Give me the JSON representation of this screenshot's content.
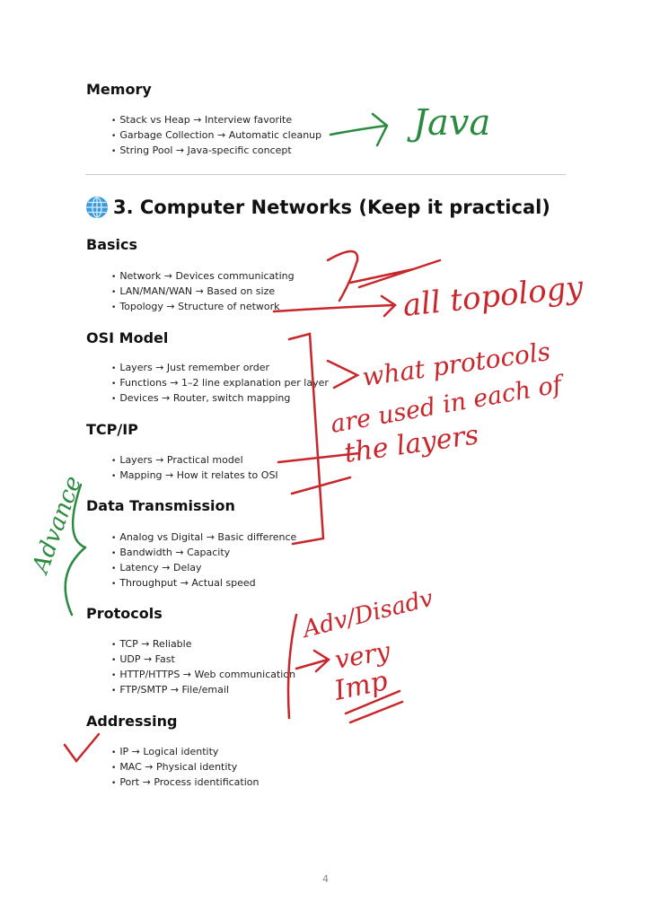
{
  "sections": [
    {
      "heading": "Memory",
      "items": [
        "Stack vs Heap → Interview favorite",
        "Garbage Collection → Automatic cleanup",
        "String Pool → Java-specific concept"
      ]
    },
    {
      "heading": "Basics",
      "items": [
        "Network → Devices communicating",
        "LAN/MAN/WAN → Based on size",
        "Topology → Structure of network"
      ]
    },
    {
      "heading": "OSI Model",
      "items": [
        "Layers → Just remember order",
        "Functions → 1–2 line explanation per layer",
        "Devices → Router, switch mapping"
      ]
    },
    {
      "heading": "TCP/IP",
      "items": [
        "Layers → Practical model",
        "Mapping → How it relates to OSI"
      ]
    },
    {
      "heading": "Data Transmission",
      "items": [
        "Analog vs Digital → Basic difference",
        "Bandwidth → Capacity",
        "Latency → Delay",
        "Throughput → Actual speed"
      ]
    },
    {
      "heading": "Protocols",
      "items": [
        "TCP → Reliable",
        "UDP → Fast",
        "HTTP/HTTPS → Web communication",
        "FTP/SMTP → File/email"
      ]
    },
    {
      "heading": "Addressing",
      "items": [
        "IP → Logical identity",
        "MAC → Physical identity",
        "Port → Process identification"
      ]
    }
  ],
  "chapter_title": "3. Computer Networks (Keep it practical)",
  "chapter_icon": "globe-icon",
  "page_number": "4",
  "annotations": {
    "java": "Java",
    "topology": "all topology",
    "protocols_line1": "what protocols",
    "protocols_line2": "are used in each of",
    "protocols_line3": "the layers",
    "advance": "Advance",
    "adv_line1": "Adv/Disadv",
    "adv_line2": "very",
    "adv_line3": "Imp"
  },
  "colors": {
    "green_ink": "#2a8a3e",
    "red_ink": "#c8262b",
    "rule": "#cccccc"
  }
}
